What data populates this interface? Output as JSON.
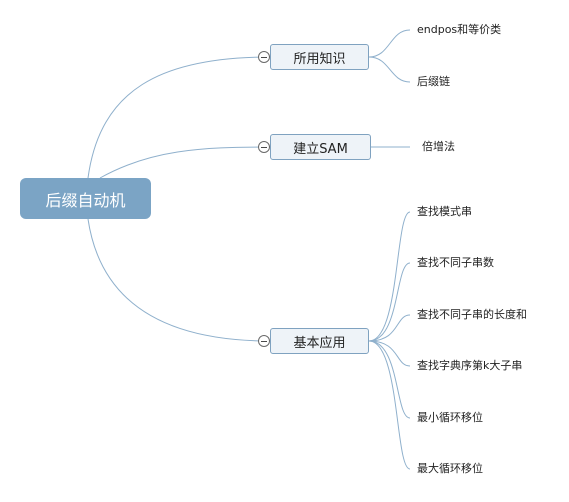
{
  "root": {
    "label": "后缀自动机"
  },
  "branches": [
    {
      "label": "所用知识",
      "children": [
        "endpos和等价类",
        "后缀链"
      ]
    },
    {
      "label": "建立SAM",
      "children": [
        "倍增法"
      ]
    },
    {
      "label": "基本应用",
      "children": [
        "查找模式串",
        "查找不同子串数",
        "查找不同子串的长度和",
        "查找字典序第k大子串",
        "最小循环移位",
        "最大循环移位"
      ]
    }
  ],
  "colors": {
    "connector": "#8fb0cc",
    "root_fill": "#7ba4c5",
    "branch_fill": "#eef3f8",
    "branch_border": "#7fa2c0"
  }
}
